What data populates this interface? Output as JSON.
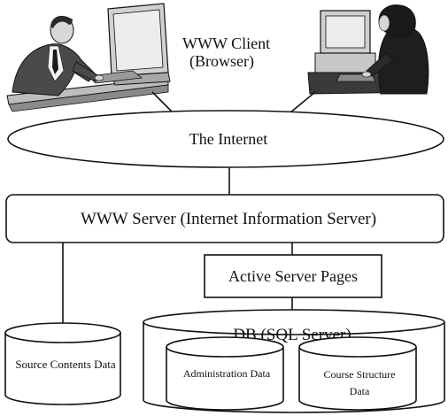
{
  "client": {
    "line1": "WWW Client",
    "line2": "(Browser)"
  },
  "internet": {
    "label": "The Internet"
  },
  "www_server": {
    "label": "WWW Server (Internet Information Server)"
  },
  "asp": {
    "label": "Active Server Pages"
  },
  "source_db": {
    "label": "Source Contents Data"
  },
  "sql_db": {
    "label": "DB (SQL Server)"
  },
  "admin_db": {
    "label": "Administration Data"
  },
  "course_db": {
    "line1": "Course Structure",
    "line2": "Data"
  }
}
